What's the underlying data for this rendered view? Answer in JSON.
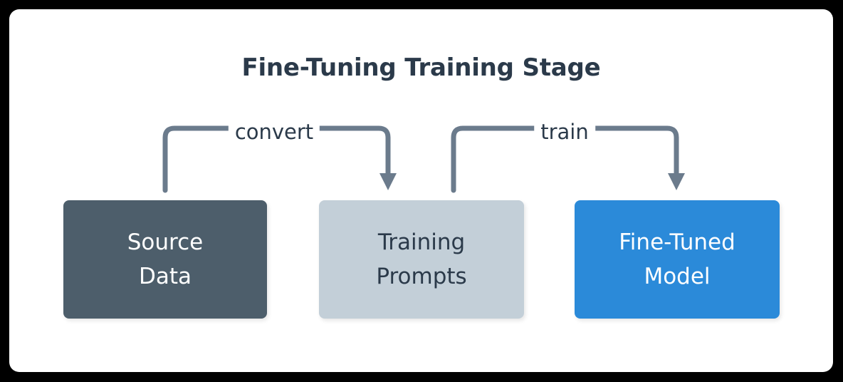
{
  "diagram": {
    "title": "Fine-Tuning Training Stage",
    "type": "flowchart",
    "orientation": "left-to-right",
    "background_color": "#ffffff",
    "frame_color": "#000000",
    "title_color": "#2b3a4a",
    "edge_color": "#6b7b8c",
    "nodes": [
      {
        "id": "source-data",
        "label_line1": "Source",
        "label_line2": "Data",
        "fill": "#4d5e6b",
        "text_color": "#ffffff"
      },
      {
        "id": "training-prompts",
        "label_line1": "Training",
        "label_line2": "Prompts",
        "fill": "#c3cfd8",
        "text_color": "#2b3a4a"
      },
      {
        "id": "fine-tuned-model",
        "label_line1": "Fine-Tuned",
        "label_line2": "Model",
        "fill": "#2b8ad9",
        "text_color": "#ffffff"
      }
    ],
    "edges": [
      {
        "id": "edge-convert",
        "label": "convert",
        "from": "source-data",
        "to": "training-prompts",
        "color": "#6b7b8c"
      },
      {
        "id": "edge-train",
        "label": "train",
        "from": "training-prompts",
        "to": "fine-tuned-model",
        "color": "#6b7b8c"
      }
    ]
  }
}
